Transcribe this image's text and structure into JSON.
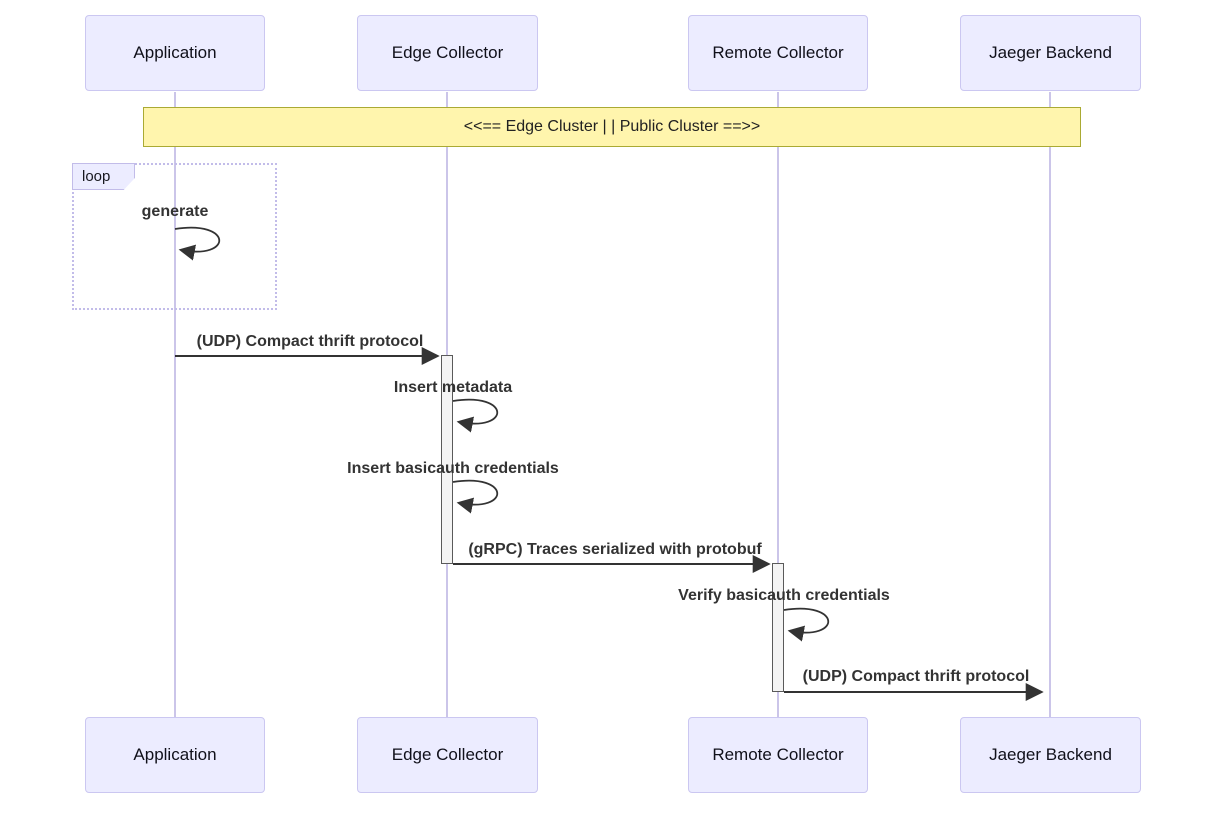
{
  "diagram_type": "sequence",
  "actors": [
    "Application",
    "Edge Collector",
    "Remote Collector",
    "Jaeger Backend"
  ],
  "note": {
    "text": "<<== Edge Cluster | | Public Cluster ==>>"
  },
  "loop": {
    "label": "loop"
  },
  "messages": [
    {
      "label": "generate",
      "kind": "self-loop",
      "actor": "Application"
    },
    {
      "label": "(UDP) Compact thrift protocol",
      "kind": "arrow",
      "from": "Application",
      "to": "Edge Collector"
    },
    {
      "label": "Insert metadata",
      "kind": "self-loop",
      "actor": "Edge Collector"
    },
    {
      "label": "Insert basicauth credentials",
      "kind": "self-loop",
      "actor": "Edge Collector"
    },
    {
      "label": "(gRPC) Traces serialized with protobuf",
      "kind": "arrow",
      "from": "Edge Collector",
      "to": "Remote Collector"
    },
    {
      "label": "Verify basicauth credentials",
      "kind": "self-loop",
      "actor": "Remote Collector"
    },
    {
      "label": "(UDP) Compact thrift protocol",
      "kind": "arrow",
      "from": "Remote Collector",
      "to": "Jaeger Backend"
    }
  ],
  "colors": {
    "actor_fill": "#ECECFF",
    "actor_border": "#CBC7F1",
    "lifeline": "#CBC5E9",
    "note_fill": "#FFF5AD",
    "note_border": "#AAAA33",
    "activation_fill": "#F4F4F4",
    "activation_border": "#5A5A5A",
    "arrow": "#333333",
    "message_text": "#333333",
    "background": "#FFFFFF"
  }
}
